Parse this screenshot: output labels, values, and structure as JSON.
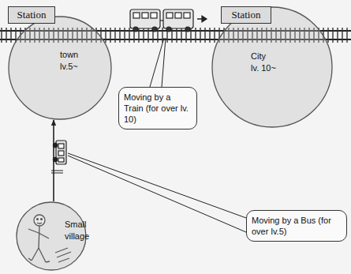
{
  "diagram": {
    "nodes": [
      {
        "text": [
          "Station"
        ]
      },
      {
        "text": [
          "Station"
        ]
      },
      {
        "text": [
          "town",
          "lv.5~"
        ]
      },
      {
        "text": [
          "City",
          "lv. 10~"
        ]
      },
      {
        "text": [
          "Moving by a Train (for over lv. 10)"
        ]
      },
      {
        "text": [
          "Small village"
        ]
      },
      {
        "text": [
          "Moving by a Bus (for over lv.5)"
        ]
      }
    ],
    "edges": [
      {
        "from": 5,
        "to": 2,
        "arrow": "to"
      }
    ]
  }
}
